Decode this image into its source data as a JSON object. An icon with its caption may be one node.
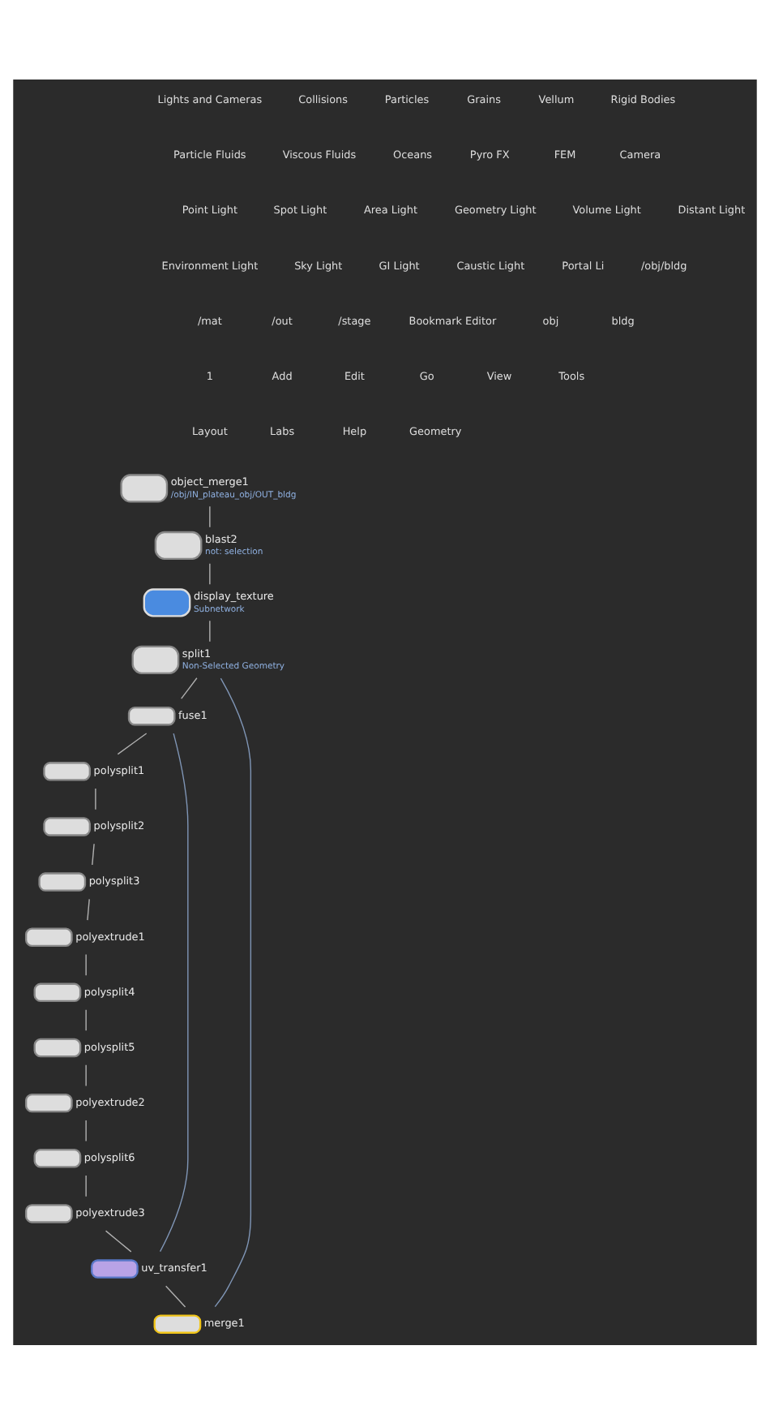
{
  "diagram": {
    "nodes": [
      {
        "text": [
          "object_merge1"
        ],
        "beside": [
          "/obj/IN_plateau_obj/OUT_bldg"
        ]
      },
      {
        "text": [
          "blast2"
        ],
        "beside": [
          "not: selection"
        ]
      },
      {
        "text": [
          "display_texture"
        ],
        "beside": [
          "Subnetwork"
        ]
      },
      {
        "text": [
          "split1"
        ],
        "beside": [
          "Non-Selected Geometry"
        ]
      },
      {
        "text": [
          "fuse1"
        ]
      },
      {
        "text": [
          "polysplit1"
        ]
      },
      {
        "text": [
          "polysplit2"
        ]
      },
      {
        "text": [
          "polysplit3"
        ]
      },
      {
        "text": [
          "polyextrude1"
        ]
      },
      {
        "text": [
          "polysplit4"
        ]
      },
      {
        "text": [
          "polysplit5"
        ]
      },
      {
        "text": [
          "polyextrude2"
        ]
      },
      {
        "text": [
          "polysplit6"
        ]
      },
      {
        "text": [
          "polyextrude3"
        ]
      },
      {
        "text": [
          "uv_transfer1"
        ]
      },
      {
        "text": [
          "merge1"
        ]
      }
    ],
    "edges": [
      {
        "from": 0,
        "to": 1,
        "arrow": "none"
      },
      {
        "from": 1,
        "to": 2,
        "arrow": "none"
      },
      {
        "from": 2,
        "to": 3,
        "arrow": "none"
      },
      {
        "from": 3,
        "to": 4,
        "arrow": "none"
      },
      {
        "from": 3,
        "to": 15,
        "arrow": "none",
        "color": "#7f95b5"
      },
      {
        "from": 4,
        "to": 5,
        "arrow": "none"
      },
      {
        "from": 4,
        "to": 14,
        "arrow": "none",
        "color": "#7f95b5"
      },
      {
        "from": 5,
        "to": 6,
        "arrow": "none"
      },
      {
        "from": 6,
        "to": 7,
        "arrow": "none"
      },
      {
        "from": 7,
        "to": 8,
        "arrow": "none"
      },
      {
        "from": 8,
        "to": 9,
        "arrow": "none"
      },
      {
        "from": 9,
        "to": 10,
        "arrow": "none"
      },
      {
        "from": 10,
        "to": 11,
        "arrow": "none"
      },
      {
        "from": 11,
        "to": 12,
        "arrow": "none"
      },
      {
        "from": 12,
        "to": 13,
        "arrow": "none"
      },
      {
        "from": 13,
        "to": 14,
        "arrow": "none"
      },
      {
        "from": 14,
        "to": 15,
        "arrow": "none"
      }
    ],
    "labels": [
      "Lights and Cameras",
      "Collisions",
      "Particles",
      "Grains",
      "Vellum",
      "Rigid Bodies",
      "Particle Fluids",
      "Viscous Fluids",
      "Oceans",
      "Pyro FX",
      "FEM",
      "Camera",
      "Point Light",
      "Spot Light",
      "Area Light",
      "Geometry Light",
      "Volume Light",
      "Distant Light",
      "Environment Light",
      "Sky Light",
      "GI Light",
      "Caustic Light",
      "Portal Li",
      "/obj/bldg",
      "/mat",
      "/out",
      "/stage",
      "Bookmark Editor",
      "obj",
      "bldg",
      "1",
      "Add",
      "Edit",
      "Go",
      "View",
      "Tools",
      "Layout",
      "Labs",
      "Help",
      "Geometry"
    ]
  }
}
